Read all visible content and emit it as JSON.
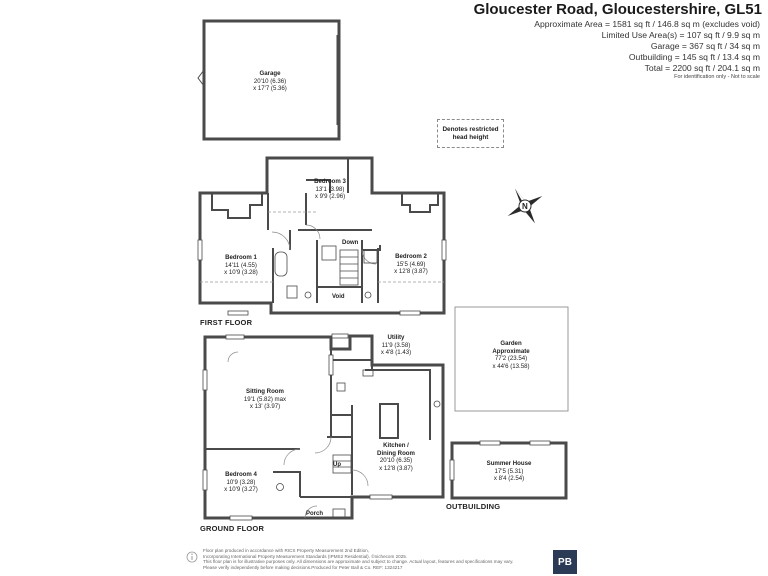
{
  "title": "Gloucester Road, Gloucestershire, GL51",
  "areas": [
    "Approximate Area = 1581 sq ft / 146.8 sq m (excludes void)",
    "Limited Use Area(s) = 107 sq ft / 9.9 sq m",
    "Garage = 367 sq ft / 34 sq m",
    "Outbuilding = 145 sq ft / 13.4 sq m",
    "Total = 2200 sq ft / 204.1 sq m"
  ],
  "identification_note": "For identification only - Not to scale",
  "restricted_head_height": {
    "line1": "Denotes restricted",
    "line2": "head height"
  },
  "compass_letter": "N",
  "floors": {
    "first": "FIRST FLOOR",
    "ground": "GROUND FLOOR",
    "outbuilding": "OUTBUILDING"
  },
  "rooms": {
    "garage": {
      "name": "Garage",
      "dim1": "20'10 (6.36)",
      "dim2": "x 17'7 (5.36)"
    },
    "bedroom3": {
      "name": "Bedroom 3",
      "dim1": "13'1 (3.98)",
      "dim2": "x 9'9 (2.96)"
    },
    "bedroom1": {
      "name": "Bedroom 1",
      "dim1": "14'11 (4.55)",
      "dim2": "x 10'9 (3.28)"
    },
    "bedroom2": {
      "name": "Bedroom 2",
      "dim1": "15'5 (4.69)",
      "dim2": "x 12'8 (3.87)"
    },
    "down": "Down",
    "void": "Void",
    "utility": {
      "name": "Utility",
      "dim1": "11'9 (3.58)",
      "dim2": "x 4'8 (1.43)"
    },
    "garden": {
      "name1": "Garden",
      "name2": "Approximate",
      "dim1": "77'2 (23.54)",
      "dim2": "x 44'6 (13.58)"
    },
    "sitting": {
      "name": "Sitting Room",
      "dim1": "19'1 (5.82) max",
      "dim2": "x 13' (3.97)"
    },
    "kitchen": {
      "name1": "Kitchen /",
      "name2": "Dining Room",
      "dim1": "20'10 (6.35)",
      "dim2": "x 12'8 (3.87)"
    },
    "summer": {
      "name": "Summer House",
      "dim1": "17'5 (5.31)",
      "dim2": "x 8'4 (2.54)"
    },
    "bedroom4": {
      "name": "Bedroom 4",
      "dim1": "10'9 (3.28)",
      "dim2": "x 10'9 (3.27)"
    },
    "up": "Up",
    "porch": "Porch"
  },
  "footer": [
    "Floor plan produced in accordance with RICS Property Measurement 2nd Edition,",
    "Incorporating International Property Measurement Standards (IPMS2 Residential). ©nichecom 2025.",
    "This floor plan is for illustrative purposes only. All dimensions are approximate and subject to change. Actual layout, features and specifications may vary.",
    "Please verify independently before making decisions.Produced for Peter Ball & Co.  REF: 1324217"
  ],
  "logo": "PB",
  "colors": {
    "wall": "#4a4a4a",
    "dash": "#9a9a9a",
    "logo_bg": "#2b3a55"
  }
}
